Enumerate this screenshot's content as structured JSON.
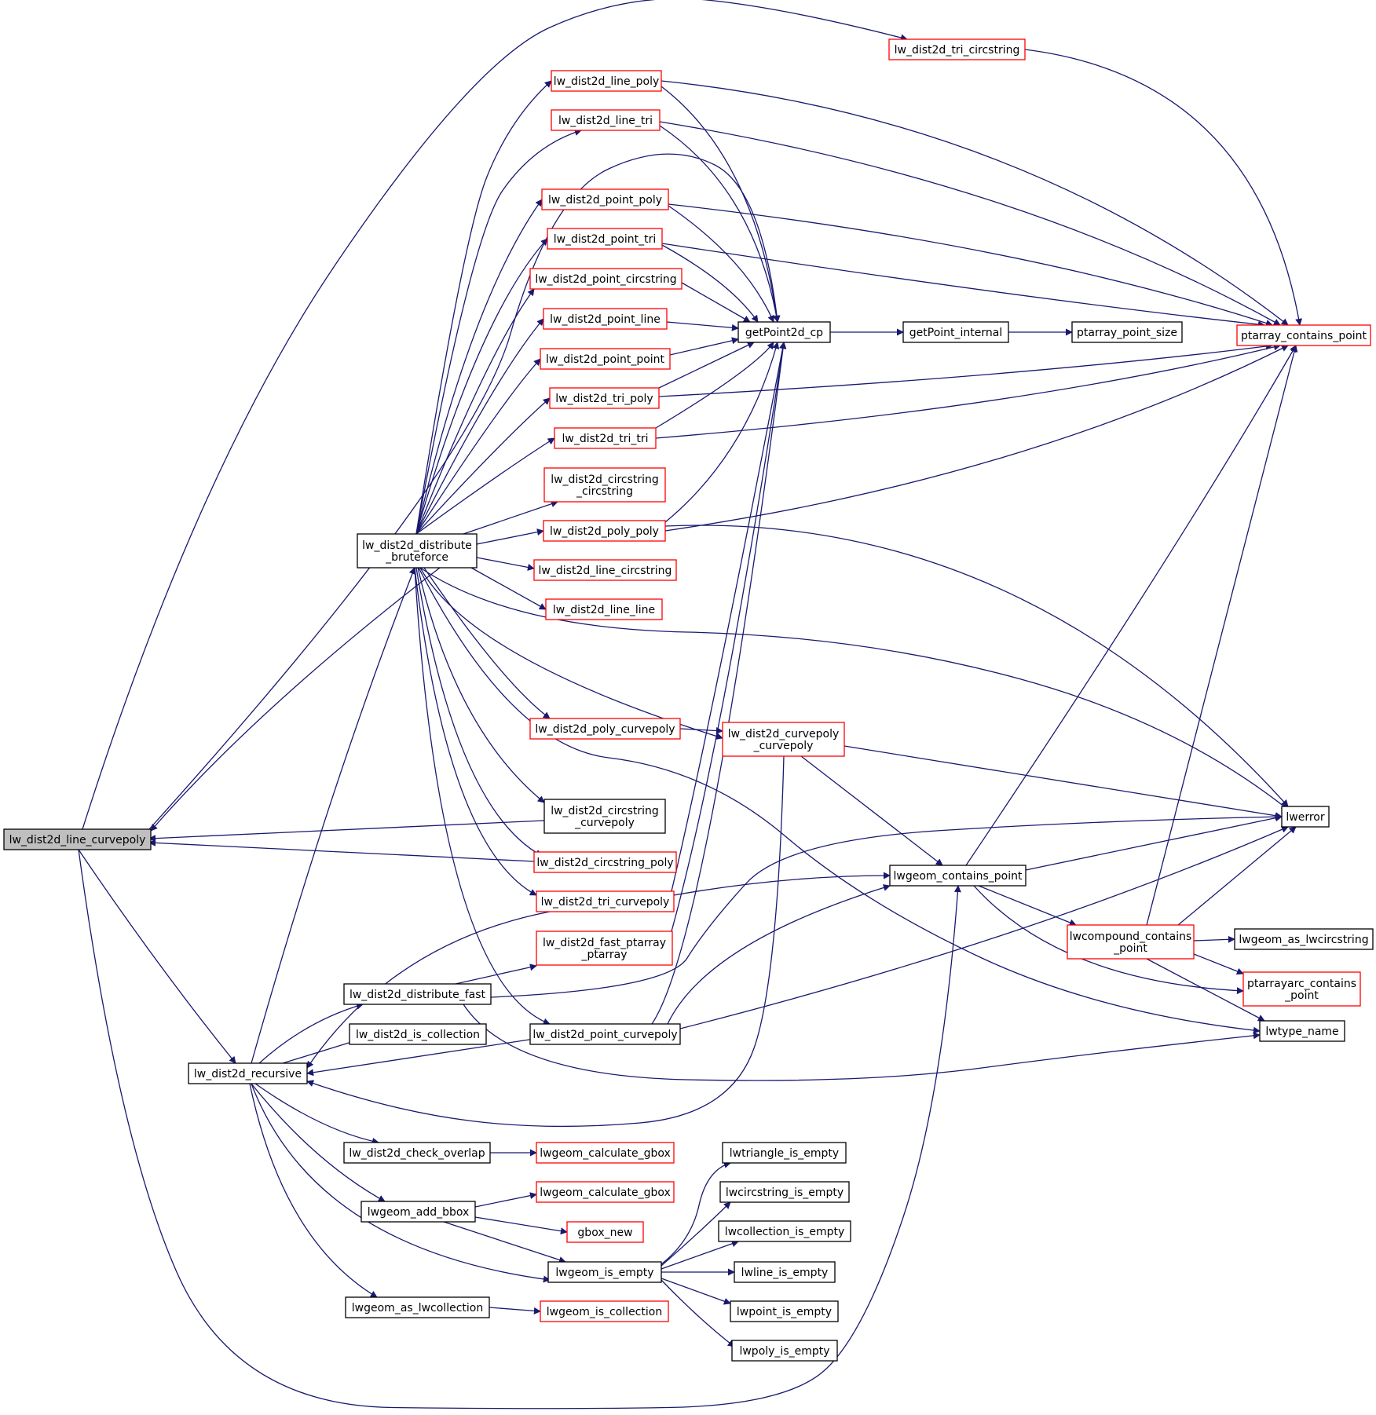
{
  "colors": {
    "edge": "#191970",
    "red_border": "#ff0000",
    "black_border": "#000000",
    "current_fill": "#bfbfbf"
  },
  "nodes": {
    "curvepoly": {
      "lines": [
        "lw_dist2d_line_curvepoly"
      ],
      "style": "current"
    },
    "bruteforce": {
      "lines": [
        "lw_dist2d_distribute",
        "_bruteforce"
      ],
      "style": "black"
    },
    "recursive": {
      "lines": [
        "lw_dist2d_recursive"
      ],
      "style": "black"
    },
    "line_poly": {
      "lines": [
        "lw_dist2d_line_poly"
      ],
      "style": "red"
    },
    "line_tri": {
      "lines": [
        "lw_dist2d_line_tri"
      ],
      "style": "red"
    },
    "point_poly": {
      "lines": [
        "lw_dist2d_point_poly"
      ],
      "style": "red"
    },
    "point_tri": {
      "lines": [
        "lw_dist2d_point_tri"
      ],
      "style": "red"
    },
    "point_circstring": {
      "lines": [
        "lw_dist2d_point_circstring"
      ],
      "style": "red"
    },
    "point_line": {
      "lines": [
        "lw_dist2d_point_line"
      ],
      "style": "red"
    },
    "point_point": {
      "lines": [
        "lw_dist2d_point_point"
      ],
      "style": "red"
    },
    "tri_poly": {
      "lines": [
        "lw_dist2d_tri_poly"
      ],
      "style": "red"
    },
    "tri_tri": {
      "lines": [
        "lw_dist2d_tri_tri"
      ],
      "style": "red"
    },
    "circ_circ": {
      "lines": [
        "lw_dist2d_circstring",
        "_circstring"
      ],
      "style": "red"
    },
    "poly_poly": {
      "lines": [
        "lw_dist2d_poly_poly"
      ],
      "style": "red"
    },
    "line_circstring": {
      "lines": [
        "lw_dist2d_line_circstring"
      ],
      "style": "red"
    },
    "line_line": {
      "lines": [
        "lw_dist2d_line_line"
      ],
      "style": "red"
    },
    "poly_curvepoly": {
      "lines": [
        "lw_dist2d_poly_curvepoly"
      ],
      "style": "red"
    },
    "circ_curvepoly": {
      "lines": [
        "lw_dist2d_circstring",
        "_curvepoly"
      ],
      "style": "black"
    },
    "circ_poly": {
      "lines": [
        "lw_dist2d_circstring_poly"
      ],
      "style": "red"
    },
    "tri_curvepoly": {
      "lines": [
        "lw_dist2d_tri_curvepoly"
      ],
      "style": "red"
    },
    "fast_ptarray": {
      "lines": [
        "lw_dist2d_fast_ptarray",
        "_ptarray"
      ],
      "style": "red"
    },
    "tri_circstring": {
      "lines": [
        "lw_dist2d_tri_circstring"
      ],
      "style": "red"
    },
    "curvepoly_curvepoly": {
      "lines": [
        "lw_dist2d_curvepoly",
        "_curvepoly"
      ],
      "style": "red"
    },
    "distribute_fast": {
      "lines": [
        "lw_dist2d_distribute_fast"
      ],
      "style": "black"
    },
    "is_collection": {
      "lines": [
        "lw_dist2d_is_collection"
      ],
      "style": "black"
    },
    "point_curvepoly": {
      "lines": [
        "lw_dist2d_point_curvepoly"
      ],
      "style": "black"
    },
    "check_overlap": {
      "lines": [
        "lw_dist2d_check_overlap"
      ],
      "style": "black"
    },
    "add_bbox": {
      "lines": [
        "lwgeom_add_bbox"
      ],
      "style": "black"
    },
    "as_lwcollection": {
      "lines": [
        "lwgeom_as_lwcollection"
      ],
      "style": "black"
    },
    "calc_gbox1": {
      "lines": [
        "lwgeom_calculate_gbox"
      ],
      "style": "red"
    },
    "calc_gbox2": {
      "lines": [
        "lwgeom_calculate_gbox"
      ],
      "style": "red"
    },
    "gbox_new": {
      "lines": [
        "gbox_new"
      ],
      "style": "red"
    },
    "is_empty": {
      "lines": [
        "lwgeom_is_empty"
      ],
      "style": "black"
    },
    "lwgeom_is_collection": {
      "lines": [
        "lwgeom_is_collection"
      ],
      "style": "red"
    },
    "getpoint2d_cp": {
      "lines": [
        "getPoint2d_cp"
      ],
      "style": "black"
    },
    "getpoint_internal": {
      "lines": [
        "getPoint_internal"
      ],
      "style": "black"
    },
    "ptarray_point_size": {
      "lines": [
        "ptarray_point_size"
      ],
      "style": "black"
    },
    "ptarray_contains_point": {
      "lines": [
        "ptarray_contains_point"
      ],
      "style": "red"
    },
    "lwerror": {
      "lines": [
        "lwerror"
      ],
      "style": "black"
    },
    "contains_point": {
      "lines": [
        "lwgeom_contains_point"
      ],
      "style": "black"
    },
    "compound_contains": {
      "lines": [
        "lwcompound_contains",
        "_point"
      ],
      "style": "red"
    },
    "as_lwcircstring": {
      "lines": [
        "lwgeom_as_lwcircstring"
      ],
      "style": "black"
    },
    "ptarrayarc_contains": {
      "lines": [
        "ptarrayarc_contains",
        "_point"
      ],
      "style": "red"
    },
    "lwtype_name": {
      "lines": [
        "lwtype_name"
      ],
      "style": "black"
    },
    "triangle_empty": {
      "lines": [
        "lwtriangle_is_empty"
      ],
      "style": "black"
    },
    "circstring_empty": {
      "lines": [
        "lwcircstring_is_empty"
      ],
      "style": "black"
    },
    "collection_empty": {
      "lines": [
        "lwcollection_is_empty"
      ],
      "style": "black"
    },
    "line_empty": {
      "lines": [
        "lwline_is_empty"
      ],
      "style": "black"
    },
    "point_empty": {
      "lines": [
        "lwpoint_is_empty"
      ],
      "style": "black"
    },
    "poly_empty": {
      "lines": [
        "lwpoly_is_empty"
      ],
      "style": "black"
    }
  }
}
